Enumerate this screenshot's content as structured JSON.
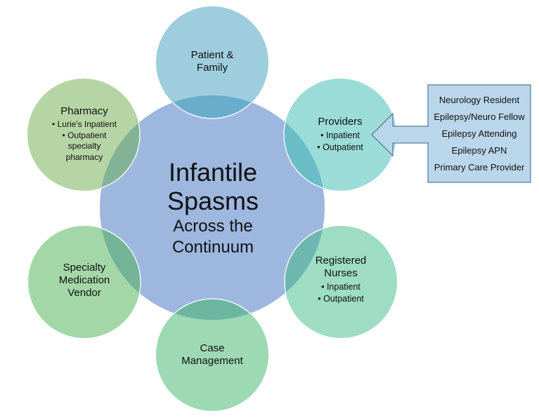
{
  "diagram": {
    "center": {
      "title": "Infantile Spasms",
      "subtitle": "Across the Continuum",
      "color": "#9db7de"
    },
    "nodes": [
      {
        "id": "patient-family",
        "title": "Patient & Family",
        "items": [],
        "color": "#9ecedd",
        "overlap_color": "#6aaccc"
      },
      {
        "id": "providers",
        "title": "Providers",
        "items": [
          "Inpatient",
          "Outpatient"
        ],
        "color": "#9cdcd8",
        "overlap_color": "#6abcc6"
      },
      {
        "id": "registered-nurses",
        "title": "Registered Nurses",
        "items": [
          "Inpatient",
          "Outpatient"
        ],
        "color": "#9edcc4",
        "overlap_color": "#6db7b0"
      },
      {
        "id": "case-management",
        "title": "Case Management",
        "items": [],
        "color": "#9dd9b3",
        "overlap_color": "#6cb59f"
      },
      {
        "id": "specialty-medication-vendor",
        "title": "Specialty Medication Vendor",
        "items": [],
        "color": "#a3d7a7",
        "overlap_color": "#72b495"
      },
      {
        "id": "pharmacy",
        "title": "Pharmacy",
        "items": [
          "Lurie's Inpatient",
          "Outpatient specialty pharmacy"
        ],
        "color": "#b6d5a4",
        "overlap_color": "#83b295"
      }
    ],
    "callout": {
      "points_to": "Providers",
      "items": [
        "Neurology Resident",
        "Epilepsy/Neuro Fellow",
        "Epilepsy Attending",
        "Epilepsy APN",
        "Primary Care Provider"
      ],
      "fill": "#bad6ea",
      "border": "#5a7fa0"
    }
  }
}
